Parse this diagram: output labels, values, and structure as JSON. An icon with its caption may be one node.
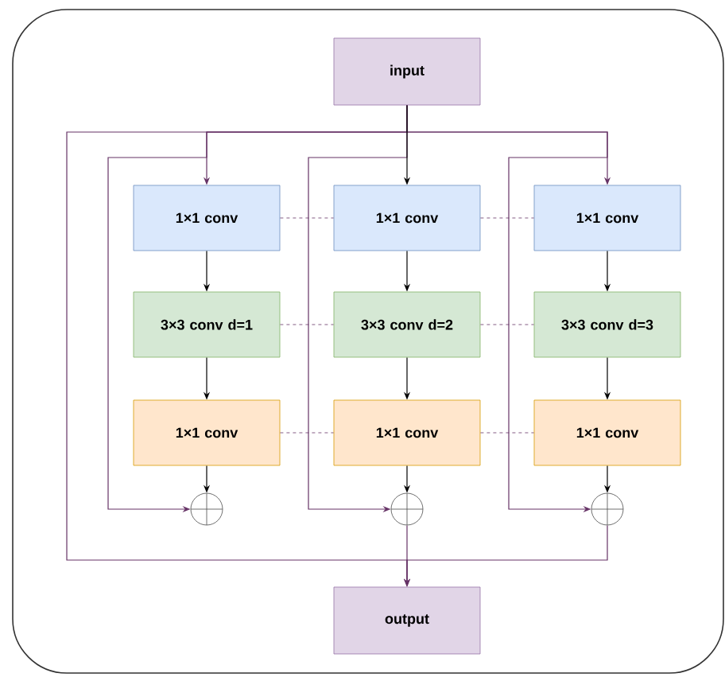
{
  "diagram": {
    "nodes": [
      {
        "text": [],
        "shape": "box"
      },
      {
        "text": [
          "input"
        ],
        "in": 0
      },
      {
        "text": [
          "1×1 conv"
        ],
        "in": 0
      },
      {
        "text": [
          "1×1 conv"
        ],
        "in": 0
      },
      {
        "text": [
          "1×1 conv"
        ],
        "in": 0
      },
      {
        "text": [
          "3×3 conv d=1"
        ],
        "in": 0
      },
      {
        "text": [
          "3×3 conv d=2"
        ],
        "in": 0
      },
      {
        "text": [
          "3×3 conv d=3"
        ],
        "in": 0
      },
      {
        "text": [
          "1×1 conv"
        ],
        "in": 0
      },
      {
        "text": [
          "1×1 conv"
        ],
        "in": 0
      },
      {
        "text": [
          "1×1 conv"
        ],
        "in": 0
      },
      {
        "text": [],
        "shape": "circle",
        "in": 0
      },
      {
        "text": [],
        "shape": "circle",
        "in": 0
      },
      {
        "text": [],
        "shape": "circle",
        "in": 0
      },
      {
        "text": [
          "output"
        ],
        "in": 0
      }
    ],
    "edges": [
      {
        "from": 1,
        "to": 2,
        "arrow": "to"
      },
      {
        "from": 1,
        "to": 4,
        "arrow": "to"
      },
      {
        "from": 1,
        "to": 11,
        "arrow": "to"
      },
      {
        "from": 1,
        "to": 12,
        "arrow": "to"
      },
      {
        "from": 1,
        "to": 13,
        "arrow": "to"
      },
      {
        "from": 1,
        "to": 14,
        "arrow": "to"
      },
      {
        "from": 12,
        "to": 14,
        "arrow": "to"
      },
      {
        "from": 13,
        "to": 14,
        "arrow": "to"
      },
      {
        "from": 1,
        "to": 3,
        "arrow": "to",
        "color": "#000000"
      },
      {
        "from": 2,
        "to": 5,
        "arrow": "to",
        "color": "#000000"
      },
      {
        "from": 5,
        "to": 8,
        "arrow": "to",
        "color": "#000000"
      },
      {
        "from": 8,
        "to": 11,
        "arrow": "to",
        "color": "#000000"
      },
      {
        "from": 3,
        "to": 6,
        "arrow": "to",
        "color": "#000000"
      },
      {
        "from": 6,
        "to": 9,
        "arrow": "to",
        "color": "#000000"
      },
      {
        "from": 9,
        "to": 12,
        "arrow": "to",
        "color": "#000000"
      },
      {
        "from": 4,
        "to": 7,
        "arrow": "to",
        "color": "#000000"
      },
      {
        "from": 7,
        "to": 10,
        "arrow": "to",
        "color": "#000000"
      },
      {
        "from": 10,
        "to": 13,
        "arrow": "to",
        "color": "#000000"
      },
      {
        "from": 2,
        "to": 3,
        "arrow": "none",
        "style": "dashed"
      },
      {
        "from": 3,
        "to": 4,
        "arrow": "none",
        "style": "dashed"
      },
      {
        "from": 5,
        "to": 6,
        "arrow": "none",
        "style": "dashed"
      },
      {
        "from": 6,
        "to": 7,
        "arrow": "none",
        "style": "dashed"
      },
      {
        "from": 8,
        "to": 9,
        "arrow": "none",
        "style": "dashed"
      },
      {
        "from": 9,
        "to": 10,
        "arrow": "none",
        "style": "dashed"
      }
    ]
  }
}
